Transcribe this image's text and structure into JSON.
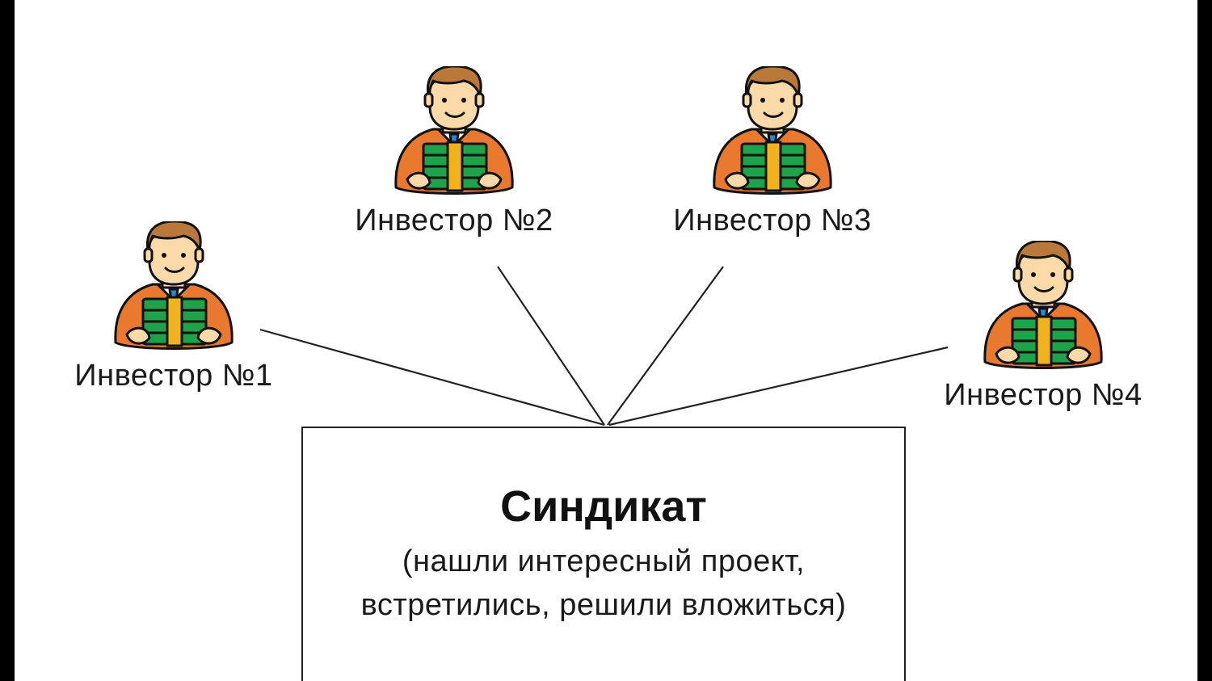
{
  "investors": [
    {
      "label": "Инвестор №1",
      "icon": "investor-with-money-icon"
    },
    {
      "label": "Инвестор №2",
      "icon": "investor-with-money-icon"
    },
    {
      "label": "Инвестор №3",
      "icon": "investor-with-money-icon"
    },
    {
      "label": "Инвестор №4",
      "icon": "investor-with-money-icon"
    }
  ],
  "syndicate": {
    "title": "Синдикат",
    "description": "(нашли интересный проект, встретились, решили вложиться)"
  },
  "colors": {
    "jacket": "#E8792E",
    "skin": "#FCD9A8",
    "hair": "#B8793A",
    "money_green": "#1FA34A",
    "money_band": "#F2B21B",
    "tie": "#2A86D6",
    "outline": "#111111",
    "line": "#222222"
  }
}
